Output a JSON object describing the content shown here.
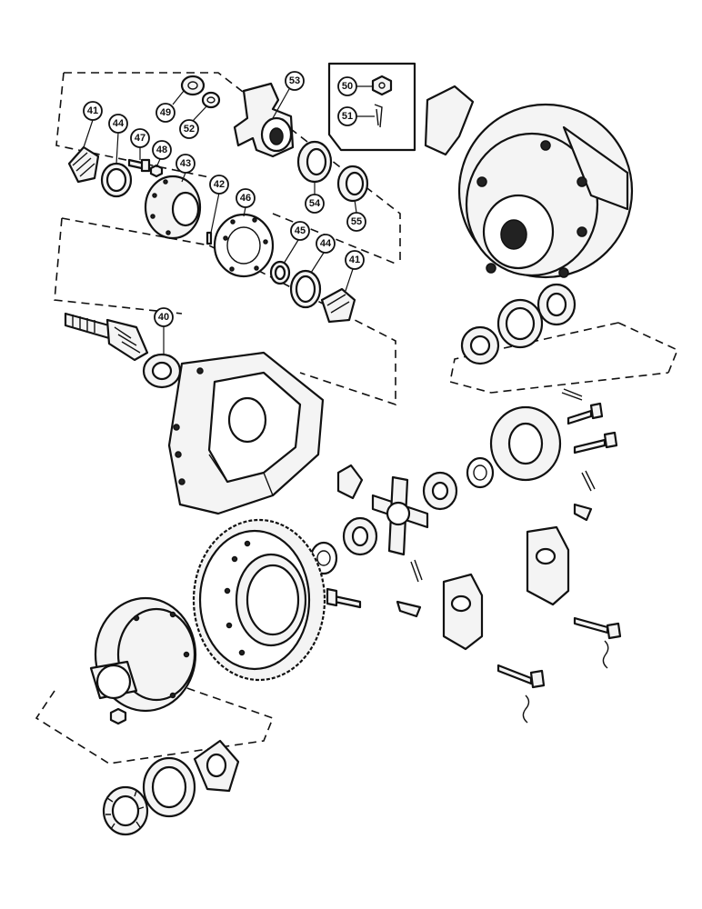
{
  "diagram": {
    "callouts": [
      {
        "id": "c41a",
        "label": "41"
      },
      {
        "id": "c44a",
        "label": "44"
      },
      {
        "id": "c47",
        "label": "47"
      },
      {
        "id": "c48",
        "label": "48"
      },
      {
        "id": "c43",
        "label": "43"
      },
      {
        "id": "c49",
        "label": "49"
      },
      {
        "id": "c52",
        "label": "52"
      },
      {
        "id": "c53",
        "label": "53"
      },
      {
        "id": "c50",
        "label": "50"
      },
      {
        "id": "c51",
        "label": "51"
      },
      {
        "id": "c54",
        "label": "54"
      },
      {
        "id": "c55",
        "label": "55"
      },
      {
        "id": "c42",
        "label": "42"
      },
      {
        "id": "c46",
        "label": "46"
      },
      {
        "id": "c45",
        "label": "45"
      },
      {
        "id": "c44b",
        "label": "44"
      },
      {
        "id": "c41b",
        "label": "41"
      },
      {
        "id": "c40",
        "label": "40"
      }
    ]
  }
}
